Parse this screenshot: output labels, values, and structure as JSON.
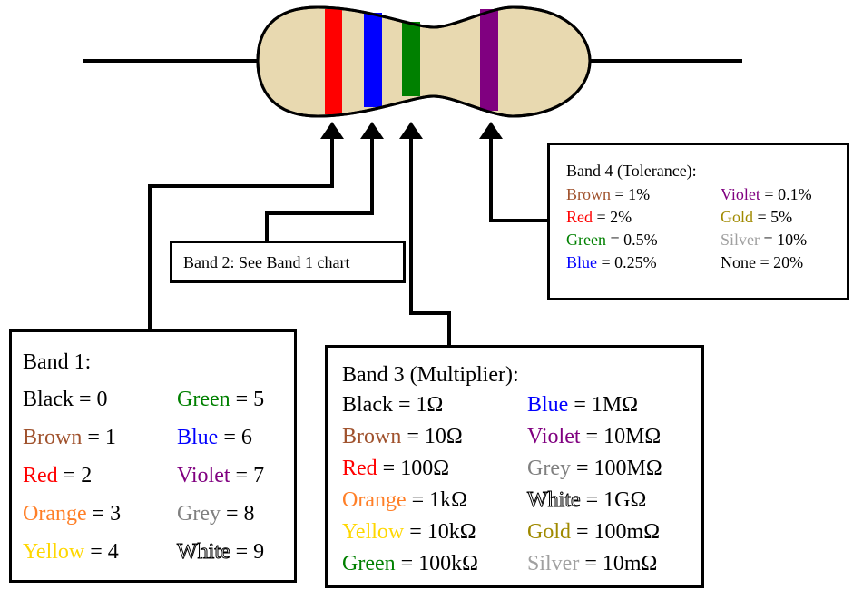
{
  "colors": {
    "body": "#e8d9b0",
    "band1": "#ff0000",
    "band2": "#0000ff",
    "band3": "#008000",
    "band4": "#800080",
    "line": "#000000"
  },
  "band1": {
    "title": "Band 1:",
    "entries": [
      {
        "name": "Black",
        "value": "= 0",
        "color": "#000000"
      },
      {
        "name": "Brown",
        "value": "= 1",
        "color": "#a0522d"
      },
      {
        "name": "Red",
        "value": "= 2",
        "color": "#ff0000"
      },
      {
        "name": "Orange",
        "value": "= 3",
        "color": "#ff7f27"
      },
      {
        "name": "Yellow",
        "value": "= 4",
        "color": "#ffd700"
      },
      {
        "name": "Green",
        "value": "= 5",
        "color": "#008000"
      },
      {
        "name": "Blue",
        "value": "= 6",
        "color": "#0000ff"
      },
      {
        "name": "Violet",
        "value": "= 7",
        "color": "#800080"
      },
      {
        "name": "Grey",
        "value": "= 8",
        "color": "#808080"
      },
      {
        "name": "White",
        "value": "= 9",
        "color": "#ffffff"
      }
    ]
  },
  "band2": {
    "title": "Band 2: See Band 1 chart"
  },
  "band3": {
    "title": "Band 3 (Multiplier):",
    "entries": [
      {
        "name": "Black",
        "value": "= 1Ω",
        "color": "#000000"
      },
      {
        "name": "Brown",
        "value": "= 10Ω",
        "color": "#a0522d"
      },
      {
        "name": "Red",
        "value": "= 100Ω",
        "color": "#ff0000"
      },
      {
        "name": "Orange",
        "value": "= 1kΩ",
        "color": "#ff7f27"
      },
      {
        "name": "Yellow",
        "value": "= 10kΩ",
        "color": "#ffd700"
      },
      {
        "name": "Green",
        "value": "= 100kΩ",
        "color": "#008000"
      },
      {
        "name": "Blue",
        "value": "= 1MΩ",
        "color": "#0000ff"
      },
      {
        "name": "Violet",
        "value": "= 10MΩ",
        "color": "#800080"
      },
      {
        "name": "Grey",
        "value": "= 100MΩ",
        "color": "#808080"
      },
      {
        "name": "White",
        "value": "= 1GΩ",
        "color": "#ffffff"
      },
      {
        "name": "Gold",
        "value": "= 100mΩ",
        "color": "#a08a00"
      },
      {
        "name": "Silver",
        "value": "= 10mΩ",
        "color": "#a0a0a0"
      }
    ]
  },
  "band4": {
    "title": "Band 4 (Tolerance):",
    "entries": [
      {
        "name": "Brown",
        "value": "= 1%",
        "color": "#a0522d"
      },
      {
        "name": "Red",
        "value": "= 2%",
        "color": "#ff0000"
      },
      {
        "name": "Green",
        "value": "= 0.5%",
        "color": "#008000"
      },
      {
        "name": "Blue",
        "value": "= 0.25%",
        "color": "#0000ff"
      },
      {
        "name": "Violet",
        "value": "= 0.1%",
        "color": "#800080"
      },
      {
        "name": "Gold",
        "value": "= 5%",
        "color": "#a08a00"
      },
      {
        "name": "Silver",
        "value": "= 10%",
        "color": "#a0a0a0"
      },
      {
        "name": "None",
        "value": "= 20%",
        "color": "#000000"
      }
    ]
  }
}
